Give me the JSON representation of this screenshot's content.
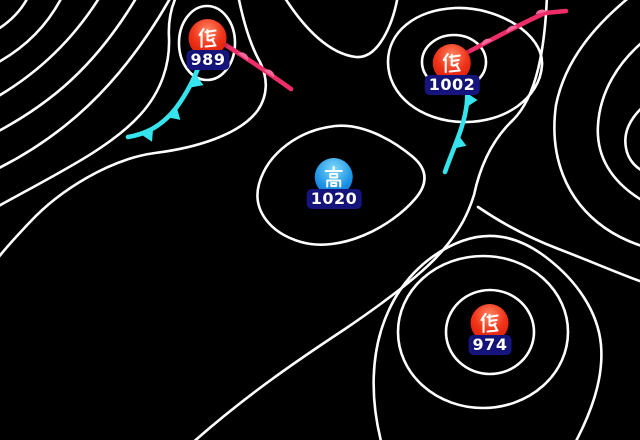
{
  "map_type": "surface-pressure-weather-map",
  "colors": {
    "background": "#000000",
    "isobar": "#ffffff",
    "low_badge": "#e8241a",
    "high_badge": "#1e88e5",
    "label_bg": "#15157d",
    "label_text": "#ffffff",
    "warm_front": "#ed2d67",
    "warm_front_bump": "#f2679c",
    "cold_front": "#35e4ed"
  },
  "systems": [
    {
      "kind": "low",
      "glyph": "低",
      "pressure": "989"
    },
    {
      "kind": "low",
      "glyph": "低",
      "pressure": "1002"
    },
    {
      "kind": "high",
      "glyph": "高",
      "pressure": "1020"
    },
    {
      "kind": "low",
      "glyph": "低",
      "pressure": "974"
    }
  ],
  "fronts": [
    {
      "type": "warm-front",
      "from_system": "989",
      "direction": "southeast"
    },
    {
      "type": "cold-front",
      "from_system": "989",
      "direction": "southwest"
    },
    {
      "type": "warm-front",
      "from_system": "1002",
      "direction": "northeast"
    },
    {
      "type": "cold-front",
      "from_system": "1002",
      "direction": "south"
    }
  ]
}
